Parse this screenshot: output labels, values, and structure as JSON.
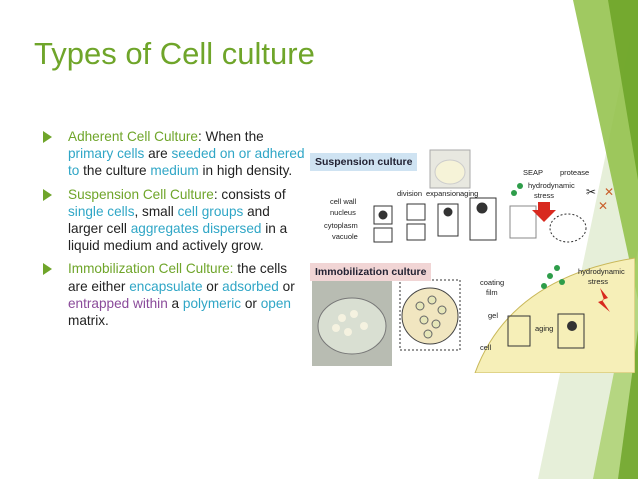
{
  "slide": {
    "title": "Types of Cell culture"
  },
  "bullets": [
    {
      "parts": [
        {
          "text": "Adherent Cell Culture",
          "cls": "green"
        },
        {
          "text": ": When the ",
          "cls": ""
        },
        {
          "text": "primary cells",
          "cls": "hl"
        },
        {
          "text": " are ",
          "cls": ""
        },
        {
          "text": "seeded on or adhered to",
          "cls": "hl"
        },
        {
          "text": " the culture ",
          "cls": ""
        },
        {
          "text": "medium",
          "cls": "hl"
        },
        {
          "text": " in high density.",
          "cls": ""
        }
      ]
    },
    {
      "parts": [
        {
          "text": "Suspension Cell Culture",
          "cls": "green"
        },
        {
          "text": ": consists of ",
          "cls": ""
        },
        {
          "text": "single cells",
          "cls": "hl"
        },
        {
          "text": ", small ",
          "cls": ""
        },
        {
          "text": "cell groups",
          "cls": "hl"
        },
        {
          "text": " and larger cell ",
          "cls": ""
        },
        {
          "text": "aggregates",
          "cls": "hl"
        },
        {
          "text": " ",
          "cls": ""
        },
        {
          "text": "dispersed",
          "cls": "hl"
        },
        {
          "text": " in a liquid medium and actively grow.",
          "cls": ""
        }
      ]
    },
    {
      "parts": [
        {
          "text": "Immobilization Cell Culture:",
          "cls": "green"
        },
        {
          "text": " the cells are either ",
          "cls": ""
        },
        {
          "text": "encapsulate",
          "cls": "hl"
        },
        {
          "text": " or ",
          "cls": ""
        },
        {
          "text": "adsorbed",
          "cls": "hl"
        },
        {
          "text": " or ",
          "cls": ""
        },
        {
          "text": "entrapped within",
          "cls": "hlp"
        },
        {
          "text": " a ",
          "cls": ""
        },
        {
          "text": "polymeric",
          "cls": "hl"
        },
        {
          "text": " or ",
          "cls": ""
        },
        {
          "text": "open",
          "cls": "hl"
        },
        {
          "text": " matrix.",
          "cls": ""
        }
      ]
    }
  ],
  "figure": {
    "suspension_label": "Suspension culture",
    "immobilization_label": "Immobilization culture",
    "labels": {
      "cell_wall": "cell wall",
      "nucleus": "nucleus",
      "cytoplasm": "cytoplasm",
      "vacuole": "vacuole",
      "division": "division",
      "expansion": "expansion",
      "aging1": "aging",
      "seap": "SEAP",
      "protease": "protease",
      "hydro1": "hydrodynamic",
      "stress1": "stress",
      "coating": "coating",
      "film": "film",
      "gel": "gel",
      "cell": "cell",
      "aging2": "aging",
      "hydro2": "hydrodynamic",
      "stress2": "stress"
    }
  },
  "colors": {
    "accent_green": "#6fa52a",
    "highlight_blue": "#2fa6c6",
    "highlight_purple": "#8a4a9a"
  }
}
